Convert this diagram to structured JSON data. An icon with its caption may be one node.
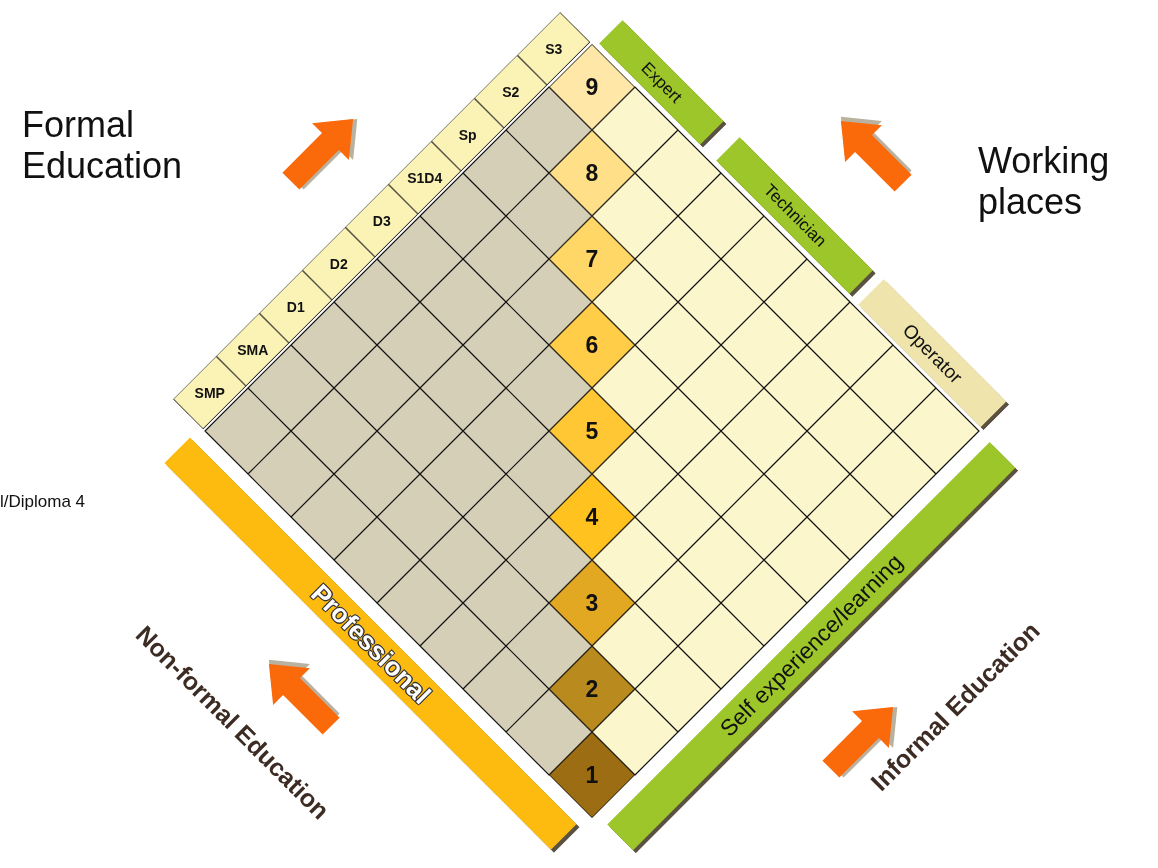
{
  "diagram": {
    "nodes": [
      {
        "text": [
          "SMP"
        ]
      },
      {
        "text": [
          "SMA"
        ]
      },
      {
        "text": [
          "D1"
        ]
      },
      {
        "text": [
          "D2"
        ]
      },
      {
        "text": [
          "D3"
        ]
      },
      {
        "text": [
          "S1D4"
        ]
      },
      {
        "text": [
          "Sp"
        ]
      },
      {
        "text": [
          "S2"
        ]
      },
      {
        "text": [
          "S3"
        ]
      },
      {
        "text": [
          "Expert"
        ]
      },
      {
        "text": [
          "Technician"
        ]
      },
      {
        "text": [
          "Operator"
        ]
      },
      {
        "text": [
          "9"
        ]
      },
      {
        "text": [
          "8"
        ]
      },
      {
        "text": [
          "7"
        ]
      },
      {
        "text": [
          "6"
        ]
      },
      {
        "text": [
          "5"
        ]
      },
      {
        "text": [
          "4"
        ]
      },
      {
        "text": [
          "3"
        ]
      },
      {
        "text": [
          "2"
        ]
      },
      {
        "text": [
          "1"
        ]
      },
      {
        "text": [
          "Professional"
        ]
      },
      {
        "text": [
          "Self experience/learning"
        ]
      }
    ],
    "edges": [],
    "labels": [
      "Formal Education",
      "Working places",
      "l/Diploma 4",
      "Non-formal Education",
      "Informal Education"
    ]
  }
}
